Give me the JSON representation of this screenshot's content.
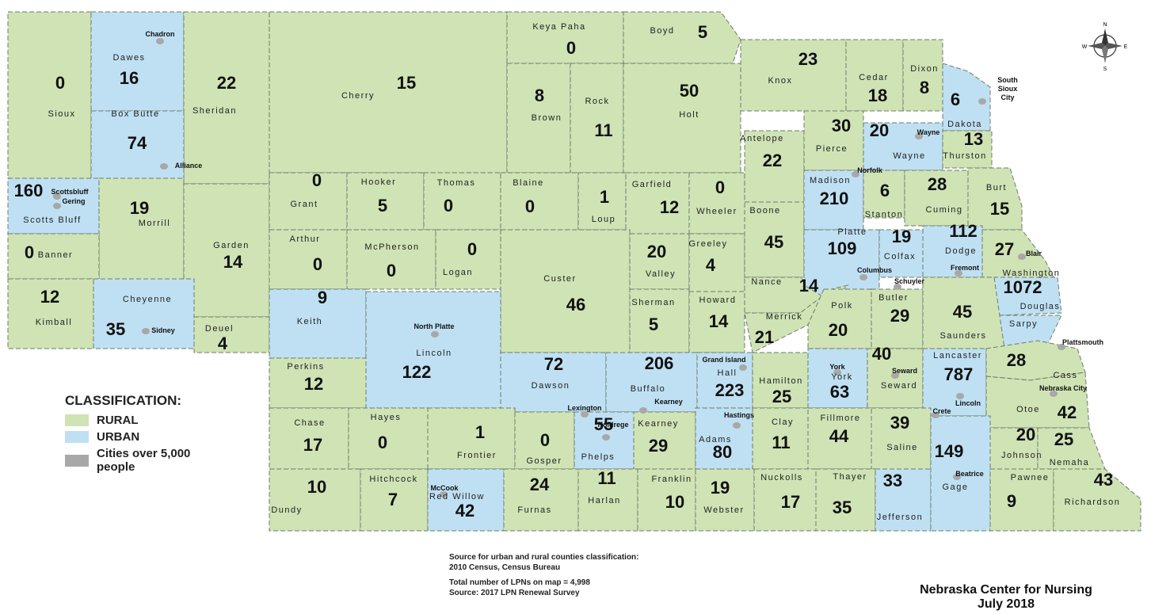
{
  "legend": {
    "title": "CLASSIFICATION:",
    "items": [
      {
        "label": "RURAL",
        "color": "#cfe3b5"
      },
      {
        "label": "URBAN",
        "color": "#bfe0f3"
      },
      {
        "label": "Cities over 5,000 people",
        "color": "#a8a8a8"
      }
    ]
  },
  "notes": {
    "line1": "Source for urban and rural counties classification:",
    "line2": "2010 Census, Census Bureau",
    "line3": "Total number of LPNs on map = 4,998",
    "line4": "Source: 2017 LPN Renewal Survey"
  },
  "credit": {
    "org": "Nebraska Center for Nursing",
    "date": "July 2018"
  },
  "colors": {
    "rural": "#cfe3b5",
    "urban": "#bfe0f3",
    "city": "#a8a8a8",
    "border": "#6e7d6a"
  },
  "counties": [
    {
      "id": "sioux",
      "name": "Sioux",
      "value": "0",
      "urban": false
    },
    {
      "id": "dawes",
      "name": "Dawes",
      "value": "16",
      "urban": true
    },
    {
      "id": "sheridan",
      "name": "Sheridan",
      "value": "22",
      "urban": false
    },
    {
      "id": "cherry",
      "name": "Cherry",
      "value": "15",
      "urban": false
    },
    {
      "id": "keya-paha",
      "name": "Keya Paha",
      "value": "0",
      "urban": false
    },
    {
      "id": "boyd",
      "name": "Boyd",
      "value": "5",
      "urban": false
    },
    {
      "id": "box-butte",
      "name": "Box Butte",
      "value": "74",
      "urban": true
    },
    {
      "id": "brown",
      "name": "Brown",
      "value": "8",
      "urban": false
    },
    {
      "id": "rock",
      "name": "Rock",
      "value": "11",
      "urban": false
    },
    {
      "id": "holt",
      "name": "Holt",
      "value": "50",
      "urban": false
    },
    {
      "id": "knox",
      "name": "Knox",
      "value": "23",
      "urban": false
    },
    {
      "id": "cedar",
      "name": "Cedar",
      "value": "18",
      "urban": false
    },
    {
      "id": "dixon",
      "name": "Dixon",
      "value": "8",
      "urban": false
    },
    {
      "id": "dakota",
      "name": "Dakota",
      "value": "6",
      "urban": true
    },
    {
      "id": "scotts-bluff",
      "name": "Scotts Bluff",
      "value": "160",
      "urban": true
    },
    {
      "id": "morrill",
      "name": "Morrill",
      "value": "19",
      "urban": false
    },
    {
      "id": "garden",
      "name": "Garden",
      "value": "14",
      "urban": false
    },
    {
      "id": "grant",
      "name": "Grant",
      "value": "0",
      "urban": false
    },
    {
      "id": "hooker",
      "name": "Hooker",
      "value": "5",
      "urban": false
    },
    {
      "id": "thomas",
      "name": "Thomas",
      "value": "0",
      "urban": false
    },
    {
      "id": "blaine",
      "name": "Blaine",
      "value": "0",
      "urban": false
    },
    {
      "id": "loup",
      "name": "Loup",
      "value": "1",
      "urban": false
    },
    {
      "id": "garfield",
      "name": "Garfield",
      "value": "12",
      "urban": false
    },
    {
      "id": "wheeler",
      "name": "Wheeler",
      "value": "0",
      "urban": false
    },
    {
      "id": "antelope",
      "name": "Antelope",
      "value": "22",
      "urban": false
    },
    {
      "id": "pierce",
      "name": "Pierce",
      "value": "30",
      "urban": false
    },
    {
      "id": "wayne",
      "name": "Wayne",
      "value": "20",
      "urban": true
    },
    {
      "id": "thurston",
      "name": "Thurston",
      "value": "13",
      "urban": false
    },
    {
      "id": "banner",
      "name": "Banner",
      "value": "0",
      "urban": false
    },
    {
      "id": "kimball",
      "name": "Kimball",
      "value": "12",
      "urban": false
    },
    {
      "id": "cheyenne",
      "name": "Cheyenne",
      "value": "35",
      "urban": true
    },
    {
      "id": "deuel",
      "name": "Deuel",
      "value": "4",
      "urban": false
    },
    {
      "id": "arthur",
      "name": "Arthur",
      "value": "0",
      "urban": false
    },
    {
      "id": "mcpherson",
      "name": "McPherson",
      "value": "0",
      "urban": false
    },
    {
      "id": "logan",
      "name": "Logan",
      "value": "0",
      "urban": false
    },
    {
      "id": "custer",
      "name": "Custer",
      "value": "46",
      "urban": false
    },
    {
      "id": "valley",
      "name": "Valley",
      "value": "20",
      "urban": false
    },
    {
      "id": "greeley",
      "name": "Greeley",
      "value": "4",
      "urban": false
    },
    {
      "id": "boone",
      "name": "Boone",
      "value": "45",
      "urban": false
    },
    {
      "id": "madison",
      "name": "Madison",
      "value": "210",
      "urban": true
    },
    {
      "id": "stanton",
      "name": "Stanton",
      "value": "6",
      "urban": false
    },
    {
      "id": "cuming",
      "name": "Cuming",
      "value": "28",
      "urban": false
    },
    {
      "id": "burt",
      "name": "Burt",
      "value": "15",
      "urban": false
    },
    {
      "id": "keith",
      "name": "Keith",
      "value": "9",
      "urban": true
    },
    {
      "id": "lincoln-west",
      "name": "Lincoln",
      "value": "122",
      "urban": true
    },
    {
      "id": "sherman",
      "name": "Sherman",
      "value": "5",
      "urban": false
    },
    {
      "id": "howard",
      "name": "Howard",
      "value": "14",
      "urban": false
    },
    {
      "id": "nance",
      "name": "Nance",
      "value": "14",
      "urban": false
    },
    {
      "id": "platte",
      "name": "Platte",
      "value": "109",
      "urban": true
    },
    {
      "id": "colfax",
      "name": "Colfax",
      "value": "19",
      "urban": true
    },
    {
      "id": "dodge",
      "name": "Dodge",
      "value": "112",
      "urban": true
    },
    {
      "id": "washington",
      "name": "Washington",
      "value": "27",
      "urban": false
    },
    {
      "id": "douglas",
      "name": "Douglas",
      "value": "1072",
      "urban": true
    },
    {
      "id": "sarpy",
      "name": "Sarpy",
      "value": "",
      "urban": true
    },
    {
      "id": "perkins",
      "name": "Perkins",
      "value": "12",
      "urban": false
    },
    {
      "id": "dawson",
      "name": "Dawson",
      "value": "72",
      "urban": true
    },
    {
      "id": "buffalo",
      "name": "Buffalo",
      "value": "206",
      "urban": true
    },
    {
      "id": "hall",
      "name": "Hall",
      "value": "223",
      "urban": true
    },
    {
      "id": "merrick",
      "name": "Merrick",
      "value": "21",
      "urban": false
    },
    {
      "id": "polk",
      "name": "Polk",
      "value": "20",
      "urban": false
    },
    {
      "id": "butler",
      "name": "Butler",
      "value": "29",
      "urban": false
    },
    {
      "id": "saunders",
      "name": "Saunders",
      "value": "45",
      "urban": false
    },
    {
      "id": "hamilton",
      "name": "Hamilton",
      "value": "25",
      "urban": false
    },
    {
      "id": "york",
      "name": "York",
      "value": "63",
      "urban": true
    },
    {
      "id": "seward",
      "name": "Seward",
      "value": "40",
      "urban": false
    },
    {
      "id": "lancaster",
      "name": "Lancaster",
      "value": "787",
      "urban": true
    },
    {
      "id": "cass",
      "name": "Cass",
      "value": "28",
      "urban": false
    },
    {
      "id": "chase",
      "name": "Chase",
      "value": "17",
      "urban": false
    },
    {
      "id": "hayes",
      "name": "Hayes",
      "value": "0",
      "urban": false
    },
    {
      "id": "frontier",
      "name": "Frontier",
      "value": "1",
      "urban": false
    },
    {
      "id": "gosper",
      "name": "Gosper",
      "value": "0",
      "urban": false
    },
    {
      "id": "phelps",
      "name": "Phelps",
      "value": "55",
      "urban": true
    },
    {
      "id": "kearney",
      "name": "Kearney",
      "value": "29",
      "urban": false
    },
    {
      "id": "adams",
      "name": "Adams",
      "value": "80",
      "urban": true
    },
    {
      "id": "clay",
      "name": "Clay",
      "value": "11",
      "urban": false
    },
    {
      "id": "fillmore",
      "name": "Fillmore",
      "value": "44",
      "urban": false
    },
    {
      "id": "saline",
      "name": "Saline",
      "value": "39",
      "urban": false
    },
    {
      "id": "otoe",
      "name": "Otoe",
      "value": "42",
      "urban": false
    },
    {
      "id": "johnson",
      "name": "Johnson",
      "value": "20",
      "urban": false
    },
    {
      "id": "nemaha",
      "name": "Nemaha",
      "value": "25",
      "urban": false
    },
    {
      "id": "dundy",
      "name": "Dundy",
      "value": "10",
      "urban": false
    },
    {
      "id": "hitchcock",
      "name": "Hitchcock",
      "value": "7",
      "urban": false
    },
    {
      "id": "red-willow",
      "name": "Red Willow",
      "value": "42",
      "urban": true
    },
    {
      "id": "furnas",
      "name": "Furnas",
      "value": "24",
      "urban": false
    },
    {
      "id": "harlan",
      "name": "Harlan",
      "value": "11",
      "urban": false
    },
    {
      "id": "franklin",
      "name": "Franklin",
      "value": "10",
      "urban": false
    },
    {
      "id": "webster",
      "name": "Webster",
      "value": "19",
      "urban": false
    },
    {
      "id": "nuckolls",
      "name": "Nuckolls",
      "value": "17",
      "urban": false
    },
    {
      "id": "thayer",
      "name": "Thayer",
      "value": "35",
      "urban": false
    },
    {
      "id": "jefferson",
      "name": "Jefferson",
      "value": "33",
      "urban": true
    },
    {
      "id": "gage",
      "name": "Gage",
      "value": "149",
      "urban": true
    },
    {
      "id": "pawnee",
      "name": "Pawnee",
      "value": "9",
      "urban": false
    },
    {
      "id": "richardson",
      "name": "Richardson",
      "value": "43",
      "urban": false
    }
  ],
  "cities": [
    {
      "id": "chadron",
      "name": "Chadron"
    },
    {
      "id": "alliance",
      "name": "Alliance"
    },
    {
      "id": "scottsbluff",
      "name": "Scottsbluff"
    },
    {
      "id": "gering",
      "name": "Gering"
    },
    {
      "id": "sidney",
      "name": "Sidney"
    },
    {
      "id": "north-platte",
      "name": "North Platte"
    },
    {
      "id": "lexington",
      "name": "Lexington"
    },
    {
      "id": "kearney-city",
      "name": "Kearney"
    },
    {
      "id": "grand-island",
      "name": "Grand Island"
    },
    {
      "id": "hastings",
      "name": "Hastings"
    },
    {
      "id": "holdrege",
      "name": "Holdrege"
    },
    {
      "id": "mccook",
      "name": "McCook"
    },
    {
      "id": "norfolk",
      "name": "Norfolk"
    },
    {
      "id": "wayne-city",
      "name": "Wayne"
    },
    {
      "id": "south-sioux-city",
      "name": "South Sioux City"
    },
    {
      "id": "columbus",
      "name": "Columbus"
    },
    {
      "id": "schuyler",
      "name": "Schuyler"
    },
    {
      "id": "fremont",
      "name": "Fremont"
    },
    {
      "id": "blair",
      "name": "Blair"
    },
    {
      "id": "plattsmouth",
      "name": "Plattsmouth"
    },
    {
      "id": "york-city",
      "name": "York"
    },
    {
      "id": "seward-city",
      "name": "Seward"
    },
    {
      "id": "lincoln-city",
      "name": "Lincoln"
    },
    {
      "id": "crete",
      "name": "Crete"
    },
    {
      "id": "beatrice",
      "name": "Beatrice"
    },
    {
      "id": "nebraska-city",
      "name": "Nebraska City"
    }
  ],
  "compass": {
    "n": "N",
    "e": "E",
    "s": "S",
    "w": "W"
  }
}
